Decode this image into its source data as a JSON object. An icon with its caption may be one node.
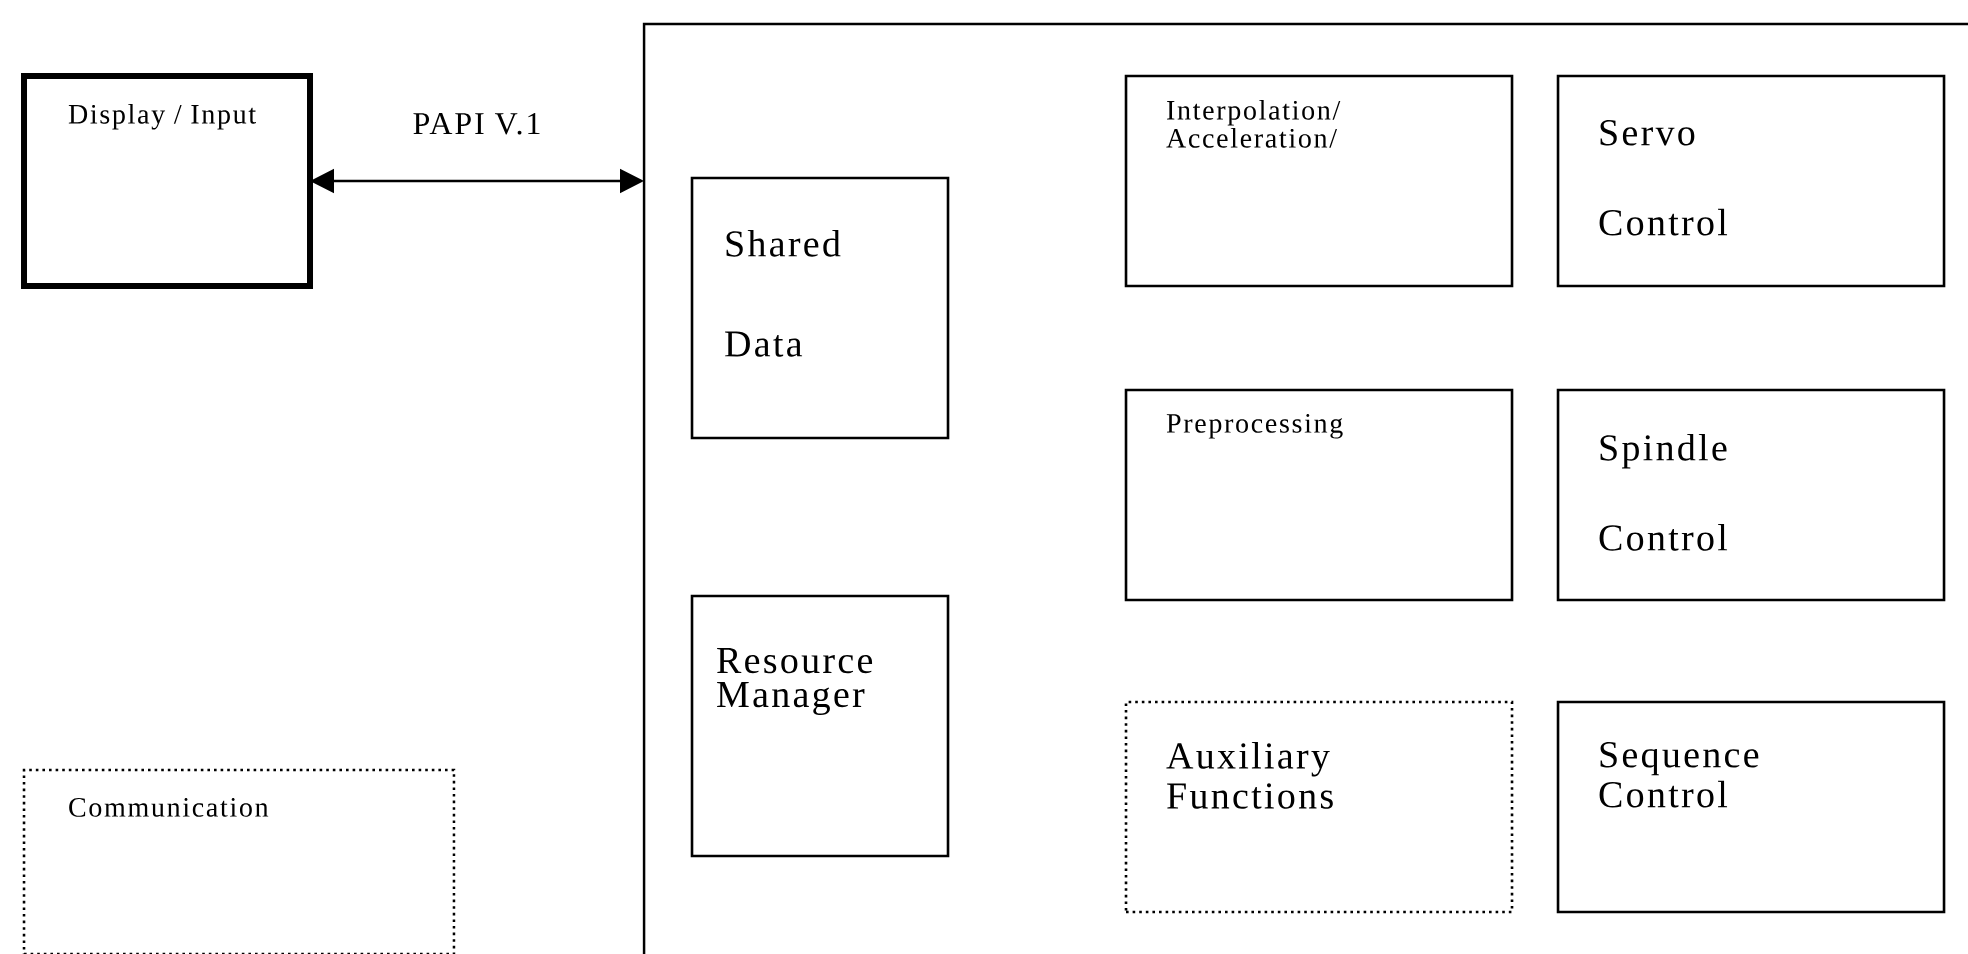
{
  "diagram": {
    "nodes": [
      {
        "text": [
          "Display / Input"
        ]
      },
      {
        "text": [],
        "shape": "box"
      },
      {
        "text": [
          "Shared Data"
        ],
        "in": 1
      },
      {
        "text": [
          "Resource Manager"
        ],
        "in": 1
      },
      {
        "text": [
          "Interpolation/ Acceleration/"
        ],
        "in": 1
      },
      {
        "text": [
          "Servo Control"
        ],
        "in": 1
      },
      {
        "text": [
          "Preprocessing"
        ],
        "in": 1
      },
      {
        "text": [
          "Spindle Control"
        ],
        "in": 1
      },
      {
        "text": [
          "Auxiliary Functions"
        ],
        "in": 1
      },
      {
        "text": [
          "Sequence Control"
        ],
        "in": 1
      },
      {
        "text": [
          "Communication"
        ]
      }
    ],
    "edges": [
      {
        "from": 0,
        "to": 1,
        "arrow": "both",
        "label": "PAPI V.1"
      }
    ]
  }
}
